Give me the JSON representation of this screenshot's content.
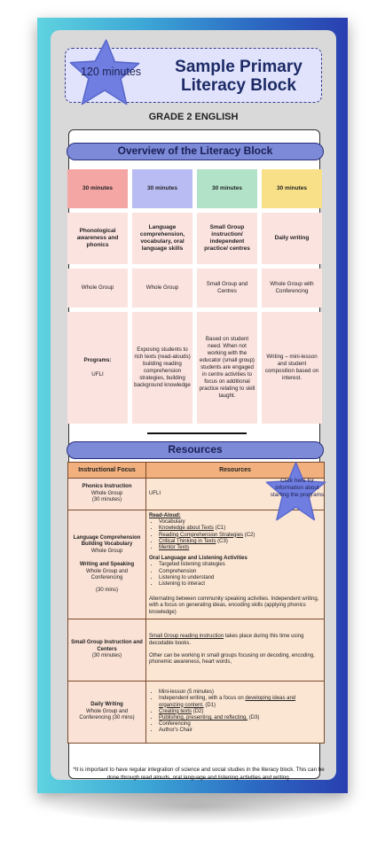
{
  "header": {
    "title_line1": "Sample Primary",
    "title_line2": "Literacy Block",
    "star_label": "120 minutes",
    "subtitle": "GRADE 2 ENGLISH"
  },
  "overview": {
    "heading": "Overview of the Literacy Block",
    "columns": [
      {
        "duration": "30 minutes",
        "focus": "Phonological awareness and phonics",
        "grouping": "Whole Group",
        "detail_title": "Programs:",
        "detail": "UFLI"
      },
      {
        "duration": "30 minutes",
        "focus": "Language comprehension, vocabulary, oral language skills",
        "grouping": "Whole Group",
        "detail_title": "",
        "detail": "Exposing students to rich texts (read-alouds) building reading comprehension strategies, building background knowledge"
      },
      {
        "duration": "30 minutes",
        "focus": "Small Group instruction/ independent practice/ centres",
        "grouping": "Small Group and Centres",
        "detail_title": "",
        "detail": "Based on student need. When not working with the educator (small group) students are engaged in centre activities to focus on additional practice relating to skill taught."
      },
      {
        "duration": "30 minutes",
        "focus": "Daily writing",
        "grouping": "Whole Group with Conferencing",
        "detail_title": "",
        "detail": "Writing – mini-lesson and student composition based on interest."
      }
    ]
  },
  "resources": {
    "heading": "Resources",
    "col1_header": "Instructional Focus",
    "col2_header": "Resources",
    "click_star": "Click here for information about starting the programs",
    "rows": {
      "phonics": {
        "title": "Phonics Instruction",
        "sub1": "Whole Group",
        "sub2": "(30 minutes)",
        "resource": "UFLI"
      },
      "language": {
        "title1": "Language Comprehension Building Vocabulary",
        "sub1": "Whole Group",
        "title2": "Writing and Speaking",
        "sub2": "Whole Group and Conferencing",
        "sub3": "(30 mins)",
        "read_aloud_heading": "Read-Aloud:",
        "read_aloud_items": [
          "Vocabulary",
          "Knowledge about Texts",
          "Reading Comprehension Strategies",
          "Critical Thinking in Texts",
          "Mentor Texts"
        ],
        "read_aloud_codes": [
          "",
          " (C1)",
          " (C2)",
          " (C3)",
          ""
        ],
        "oral_heading": "Oral Language and Listening Activities",
        "oral_items": [
          "Targeted listening strategies",
          "Comprehension",
          "Listening to understand",
          "Listening to interact"
        ],
        "alternating": "Alternating between community speaking activities. Independent writing, with a focus on generating ideas, encoding skills (applying phonics knowledge)"
      },
      "small_group": {
        "title": "Small Group Instruction and Centers",
        "sub1": "(30 minutes)",
        "link": "Small Group reading instruction",
        "text1": " takes place during this time using decodable books.",
        "text2": "Other can be working in small groups focusing on decoding, encoding, phonemic awareness, heart words,"
      },
      "writing": {
        "title": "Daily Writing",
        "sub1": "Whole Group and Conferencing (30 mins)",
        "items": [
          {
            "pre": "Mini-lesson (5 minutes)",
            "link": "",
            "post": ""
          },
          {
            "pre": "Independent writing, with a focus on ",
            "link": "developing ideas and organizing content.",
            "post": " (D1)"
          },
          {
            "pre": "",
            "link": "Creating texts",
            "post": " (D2)"
          },
          {
            "pre": "",
            "link": "Publishing, presenting, and reflecting.",
            "post": " (D3)"
          },
          {
            "pre": "Conferencing",
            "link": "",
            "post": ""
          },
          {
            "pre": "Author's Chair",
            "link": "",
            "post": ""
          }
        ]
      }
    }
  },
  "footnote": "*It is important to have regular integration of science and social studies in the literacy block. This can be done through read alouds, oral language and listening activities and writing.",
  "colors": {
    "col1": "#f3a6a3",
    "col2": "#b9bcf3",
    "col3": "#b2e3c9",
    "col4": "#f7e088",
    "body_cell": "#fbe3e0",
    "pill": "#7c8ad8",
    "star": "#6f7ee0"
  }
}
